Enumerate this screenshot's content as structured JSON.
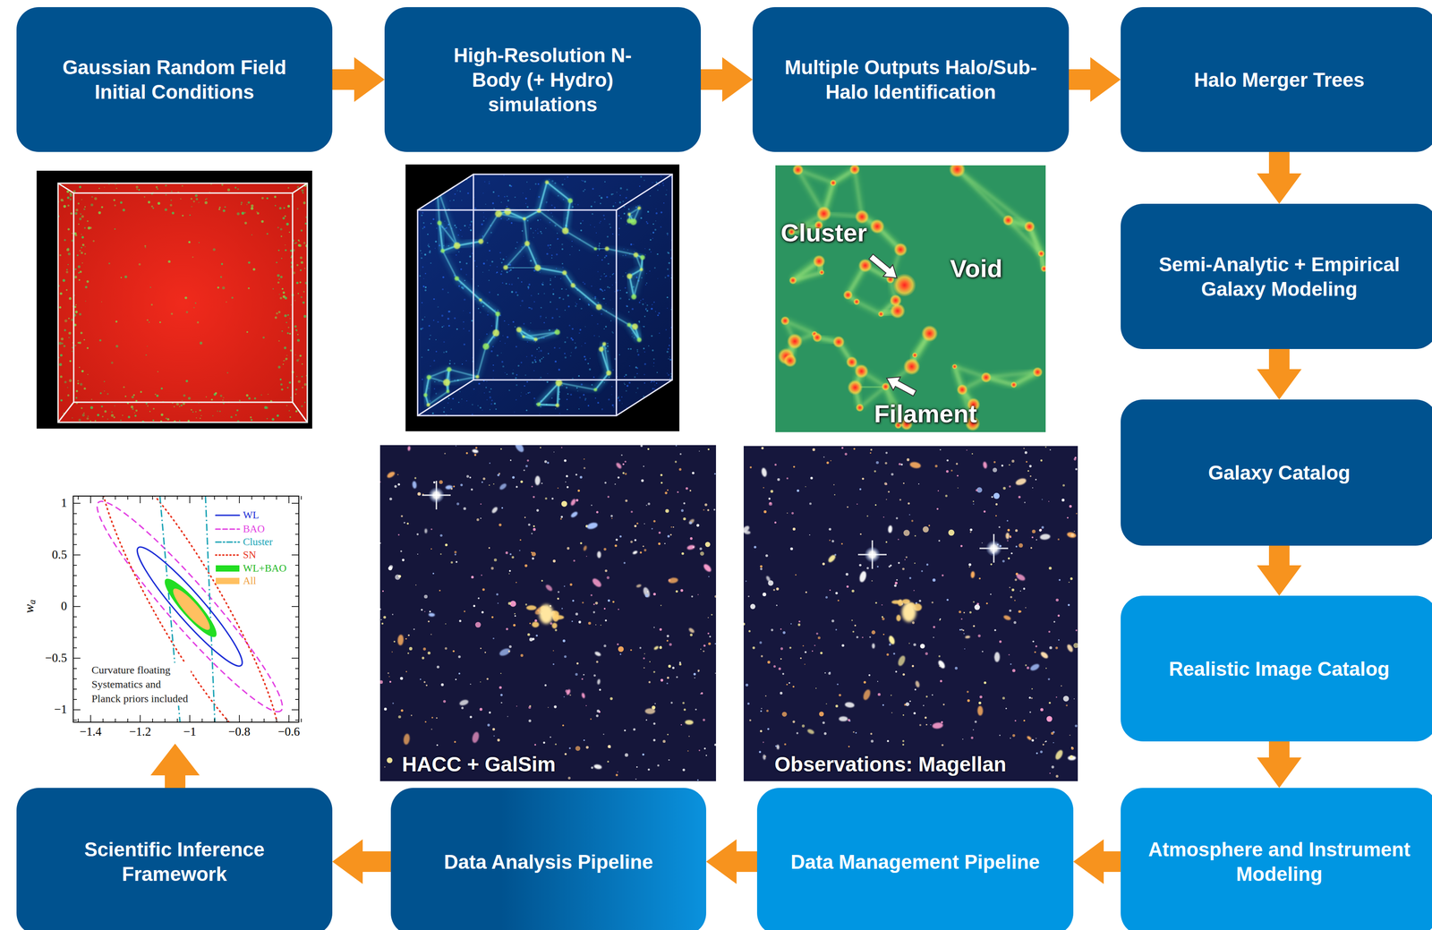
{
  "diagram": {
    "nodes": [
      {
        "text": [
          "Gaussian Random Field Initial Conditions"
        ]
      },
      {
        "text": [
          "High-Resolution N-Body (+ Hydro) simulations"
        ]
      },
      {
        "text": [
          "Multiple Outputs Halo/Sub-Halo Identification"
        ]
      },
      {
        "text": [
          "Halo Merger Trees"
        ]
      },
      {
        "text": [
          "Semi-Analytic + Empirical Galaxy Modeling"
        ]
      },
      {
        "text": [
          "Galaxy Catalog"
        ]
      },
      {
        "text": [
          "Realistic Image Catalog"
        ]
      },
      {
        "text": [
          "Atmosphere and Instrument Modeling"
        ]
      },
      {
        "text": [
          "Data Management Pipeline"
        ]
      },
      {
        "text": [
          "Data Analysis Pipeline"
        ]
      },
      {
        "text": [
          "Scientific Inference Framework"
        ]
      }
    ],
    "edges": [
      {
        "from": 0,
        "to": 1,
        "arrow": "to"
      },
      {
        "from": 1,
        "to": 2,
        "arrow": "to"
      },
      {
        "from": 2,
        "to": 3,
        "arrow": "to"
      },
      {
        "from": 3,
        "to": 4,
        "arrow": "to"
      },
      {
        "from": 4,
        "to": 5,
        "arrow": "to"
      },
      {
        "from": 5,
        "to": 6,
        "arrow": "to"
      },
      {
        "from": 6,
        "to": 7,
        "arrow": "to"
      },
      {
        "from": 7,
        "to": 8,
        "arrow": "to"
      },
      {
        "from": 8,
        "to": 9,
        "arrow": "to"
      },
      {
        "from": 9,
        "to": 10,
        "arrow": "to"
      }
    ],
    "labels": [
      "Cluster",
      "Void",
      "Filament",
      "HACC + GalSim",
      "Observations: Magellan",
      "Curvature floating Systematics and Planck priors included",
      "w",
      "a",
      "1",
      "0.5",
      "0",
      "−0.5",
      "−1",
      "−1.4",
      "−1.2",
      "−1",
      "−0.8",
      "−0.6"
    ],
    "legend": [
      {
        "text": "WL"
      },
      {
        "text": "BAO"
      },
      {
        "text": "Cluster"
      },
      {
        "text": "SN"
      },
      {
        "text": "WL+BAO",
        "color": "#22dd22"
      },
      {
        "text": "All",
        "color": "#ffc060"
      }
    ]
  }
}
